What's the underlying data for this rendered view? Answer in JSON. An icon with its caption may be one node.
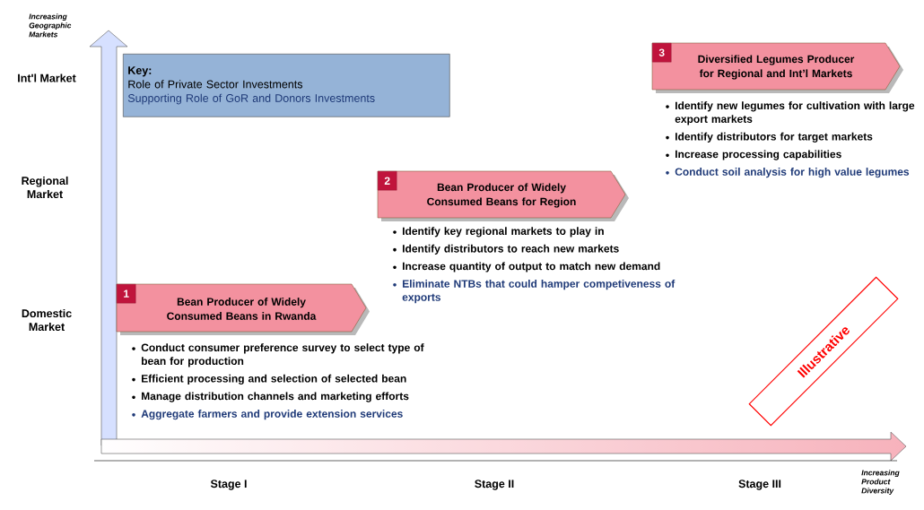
{
  "diagram": {
    "nodes": [
      {
        "text": [
          "Key:",
          "Role of Private Sector Investments",
          "Supporting Role of GoR and Donors Investments"
        ]
      },
      {
        "text": [
          "1",
          "Bean Producer of Widely Consumed Beans in Rwanda"
        ],
        "beside": [
          "Conduct consumer preference survey to select type of bean for production",
          "Efficient processing and selection of selected bean",
          "Manage distribution channels and marketing efforts",
          "Aggregate farmers and provide extension services"
        ]
      },
      {
        "text": [
          "2",
          "Bean Producer of Widely Consumed Beans for Region"
        ],
        "beside": [
          "Identify key regional markets to play in",
          "Identify distributors to reach new markets",
          "Increase quantity of output to match new demand",
          "Eliminate NTBs that could hamper competiveness of exports"
        ]
      },
      {
        "text": [
          "3",
          "Diversified Legumes Producer for Regional and Int’l Markets"
        ],
        "beside": [
          "Identify new legumes for cultivation with large export markets",
          "Identify distributors for target markets",
          "Increase processing capabilities",
          "Conduct soil analysis for high value legumes"
        ]
      },
      {
        "text": [
          "Illustrative"
        ]
      }
    ],
    "labels": [
      "Increasing Geographic Markets",
      "Int'l Market",
      "Regional Market",
      "Domestic Market",
      "Stage I",
      "Stage II",
      "Stage III",
      "Increasing Product Diversity"
    ]
  }
}
